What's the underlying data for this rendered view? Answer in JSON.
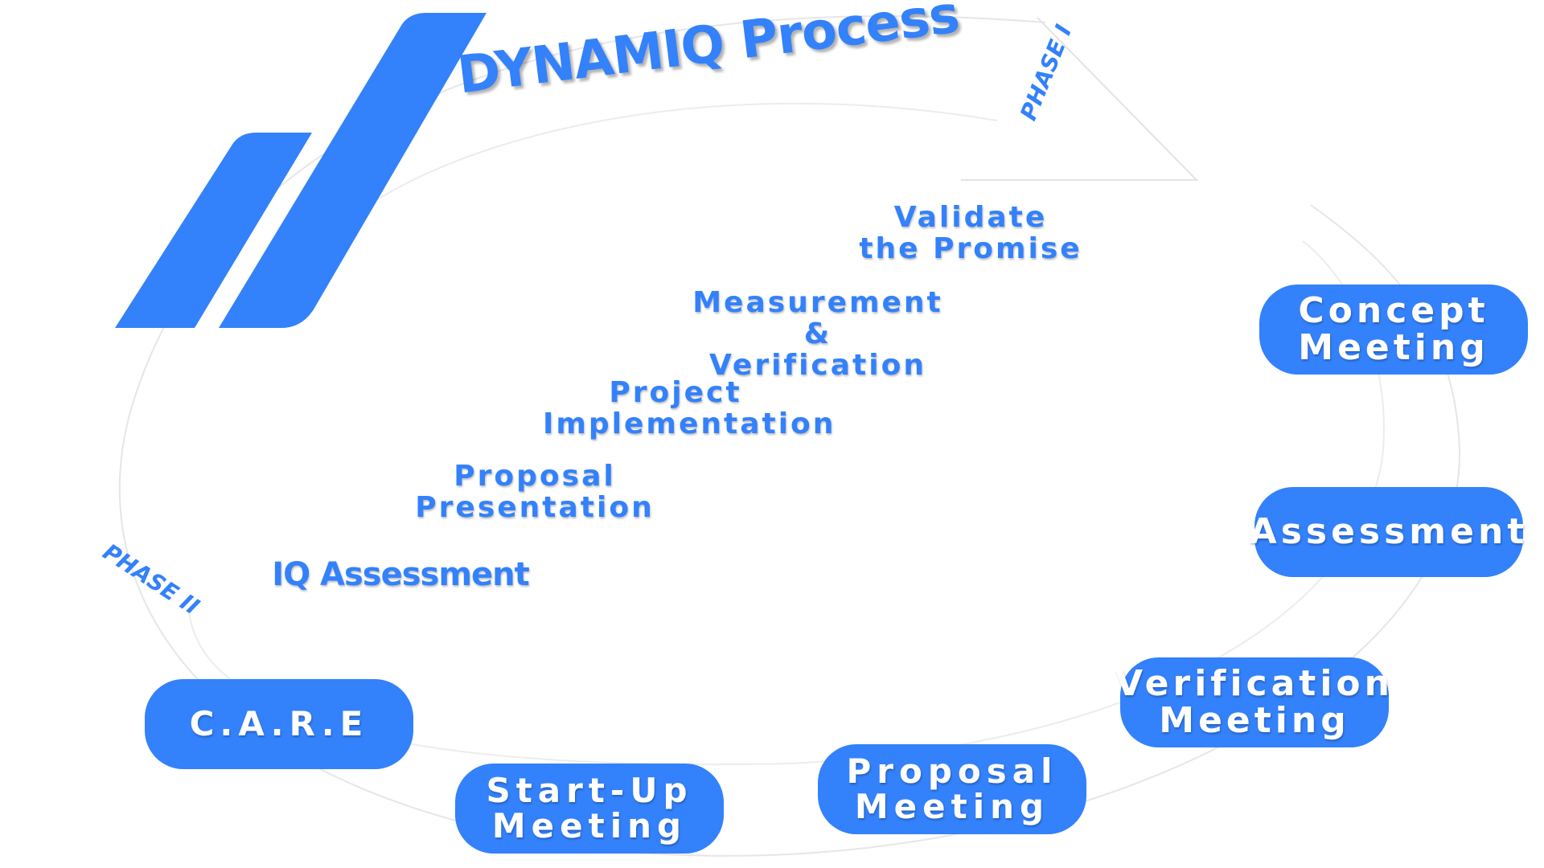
{
  "title": "DYNAMIQ Process",
  "phases": {
    "phase1": "PHASE I",
    "phase2": "PHASE II"
  },
  "outer_steps": [
    {
      "label": "Concept\nMeeting"
    },
    {
      "label": "Assessment"
    },
    {
      "label": "Verification\nMeeting"
    },
    {
      "label": "Proposal\nMeeting"
    },
    {
      "label": "Start-Up\nMeeting"
    },
    {
      "label": "C.A.R.E"
    }
  ],
  "inner_steps": [
    {
      "label": "IQ Assessment"
    },
    {
      "label": "Proposal\nPresentation"
    },
    {
      "label": "Project\nImplementation"
    },
    {
      "label": "Measurement &\nVerification"
    },
    {
      "label": "Validate\nthe Promise"
    }
  ],
  "colors": {
    "accent": "#3381fb",
    "pill_text": "#ffffff",
    "ring_line": "#e6e6e6"
  }
}
